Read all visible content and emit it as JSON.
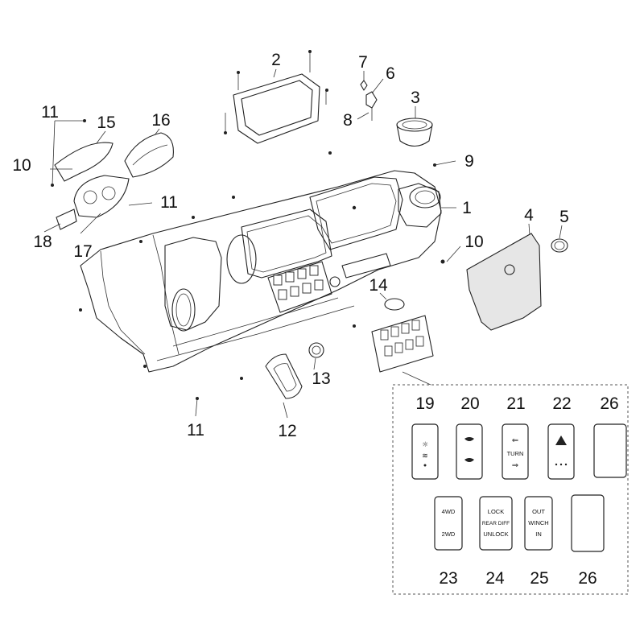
{
  "callouts": {
    "n1": "1",
    "n2": "2",
    "n3": "3",
    "n4": "4",
    "n5": "5",
    "n6": "6",
    "n7": "7",
    "n8": "8",
    "n9": "9",
    "n10": "10",
    "n11": "11",
    "n12": "12",
    "n13": "13",
    "n14": "14",
    "n15": "15",
    "n16": "16",
    "n17": "17",
    "n18": "18",
    "n19": "19",
    "n20": "20",
    "n21": "21",
    "n22": "22",
    "n23": "23",
    "n24": "24",
    "n25": "25",
    "n26": "26"
  },
  "switch_labels": {
    "turn": "TURN",
    "fourwd": "4WD",
    "twowd": "2WD",
    "lock": "LOCK",
    "rear_diff": "REAR DIFF",
    "unlock": "UNLOCK",
    "out": "OUT",
    "winch": "WINCH",
    "in": "IN"
  }
}
